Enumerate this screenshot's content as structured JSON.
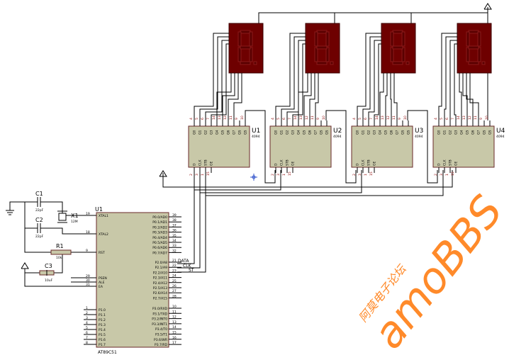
{
  "shift_registers": [
    {
      "ref": "U1",
      "part": "4094"
    },
    {
      "ref": "U2",
      "part": "4094"
    },
    {
      "ref": "U3",
      "part": "4094"
    },
    {
      "ref": "U4",
      "part": "4094"
    }
  ],
  "sr_pins_top": [
    "Q0",
    "Q1",
    "Q2",
    "Q3",
    "Q4",
    "Q5",
    "Q6",
    "Q7",
    "QS",
    "QS"
  ],
  "sr_pins_top_nums": [
    "4",
    "5",
    "6",
    "7",
    "14",
    "13",
    "12",
    "11",
    "9",
    "10"
  ],
  "sr_pins_bottom": [
    "D",
    "CLK",
    "STB",
    "OE"
  ],
  "sr_pins_bottom_nums": [
    "2",
    "3",
    "1",
    "15"
  ],
  "mcu": {
    "ref": "U1",
    "part": "AT89C51",
    "left_pins": [
      {
        "num": "19",
        "name": "XTAL1"
      },
      {
        "num": "18",
        "name": "XTAL2"
      },
      {
        "num": "9",
        "name": "RST"
      },
      {
        "num": "29",
        "name": "PSEN"
      },
      {
        "num": "30",
        "name": "ALE"
      },
      {
        "num": "31",
        "name": "EA"
      }
    ],
    "p1_pins": [
      {
        "num": "1",
        "name": "P1.0"
      },
      {
        "num": "2",
        "name": "P1.1"
      },
      {
        "num": "3",
        "name": "P1.2"
      },
      {
        "num": "4",
        "name": "P1.3"
      },
      {
        "num": "5",
        "name": "P1.4"
      },
      {
        "num": "6",
        "name": "P1.5"
      },
      {
        "num": "7",
        "name": "P1.6"
      },
      {
        "num": "8",
        "name": "P1.7"
      }
    ],
    "p0_pins": [
      {
        "num": "39",
        "name": "P0.0/AD0"
      },
      {
        "num": "38",
        "name": "P0.1/AD1"
      },
      {
        "num": "37",
        "name": "P0.2/AD2"
      },
      {
        "num": "36",
        "name": "P0.3/AD3"
      },
      {
        "num": "35",
        "name": "P0.4/AD4"
      },
      {
        "num": "34",
        "name": "P0.5/AD5"
      },
      {
        "num": "33",
        "name": "P0.6/AD6"
      },
      {
        "num": "32",
        "name": "P0.7/AD7"
      }
    ],
    "p2_pins": [
      {
        "num": "21",
        "name": "P2.0/A8"
      },
      {
        "num": "22",
        "name": "P2.1/A9"
      },
      {
        "num": "23",
        "name": "P2.2/A10"
      },
      {
        "num": "24",
        "name": "P2.3/A11"
      },
      {
        "num": "25",
        "name": "P2.4/A12"
      },
      {
        "num": "26",
        "name": "P2.5/A13"
      },
      {
        "num": "27",
        "name": "P2.6/A14"
      },
      {
        "num": "28",
        "name": "P2.7/A15"
      }
    ],
    "p3_pins": [
      {
        "num": "10",
        "name": "P3.0/RXD"
      },
      {
        "num": "11",
        "name": "P3.1/TXD"
      },
      {
        "num": "12",
        "name": "P3.2/INT0"
      },
      {
        "num": "13",
        "name": "P3.3/INT1"
      },
      {
        "num": "14",
        "name": "P3.4/T0"
      },
      {
        "num": "15",
        "name": "P3.5/T1"
      },
      {
        "num": "16",
        "name": "P3.6/WR"
      },
      {
        "num": "17",
        "name": "P3.7/RD"
      }
    ],
    "net_labels": [
      "DATA",
      "CLK",
      "ST"
    ]
  },
  "components": {
    "c1": {
      "ref": "C1",
      "value": "22pF"
    },
    "c2": {
      "ref": "C2",
      "value": "22pF"
    },
    "c3": {
      "ref": "C3",
      "value": "10uF"
    },
    "x1": {
      "ref": "X1",
      "value": "12M"
    },
    "r1": {
      "ref": "R1",
      "value": "10k"
    }
  },
  "display_count": 4,
  "watermark": {
    "brand": "amoBBS",
    "subtitle": "阿莫电子论坛"
  }
}
